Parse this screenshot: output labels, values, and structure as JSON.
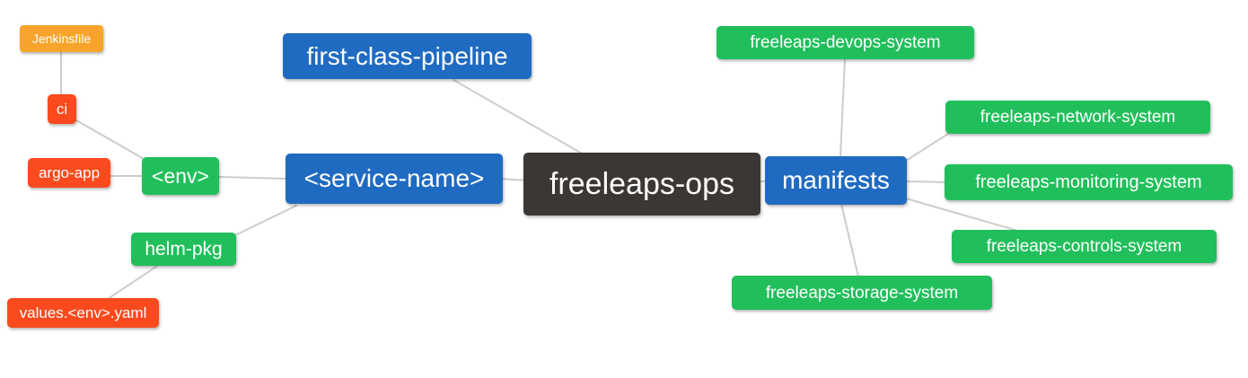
{
  "diagram": {
    "type": "mindmap",
    "root": "freeleaps-ops",
    "palette": {
      "blue": "#1f6bc1",
      "green": "#21bf5b",
      "red": "#fb4a1d",
      "orange": "#f8a42c",
      "dark": "#3b3734",
      "edge": "#cccccc",
      "background": "#ffffff",
      "text": "#ffffff"
    },
    "nodes": {
      "root": {
        "label": "freeleaps-ops",
        "color": "dark"
      },
      "first_class_pipeline": {
        "label": "first-class-pipeline",
        "color": "blue"
      },
      "service_name": {
        "label": "<service-name>",
        "color": "blue"
      },
      "manifests": {
        "label": "manifests",
        "color": "blue"
      },
      "env": {
        "label": "<env>",
        "color": "green"
      },
      "helm_pkg": {
        "label": "helm-pkg",
        "color": "green"
      },
      "ci": {
        "label": "ci",
        "color": "red"
      },
      "argo_app": {
        "label": "argo-app",
        "color": "red"
      },
      "jenkinsfile": {
        "label": "Jenkinsfile",
        "color": "orange"
      },
      "values_env_yaml": {
        "label": "values.<env>.yaml",
        "color": "red"
      },
      "devops_system": {
        "label": "freeleaps-devops-system",
        "color": "green"
      },
      "network_system": {
        "label": "freeleaps-network-system",
        "color": "green"
      },
      "monitoring_system": {
        "label": "freeleaps-monitoring-system",
        "color": "green"
      },
      "controls_system": {
        "label": "freeleaps-controls-system",
        "color": "green"
      },
      "storage_system": {
        "label": "freeleaps-storage-system",
        "color": "green"
      }
    },
    "edges": [
      [
        "jenkinsfile",
        "ci"
      ],
      [
        "ci",
        "env"
      ],
      [
        "argo_app",
        "env"
      ],
      [
        "env",
        "service_name"
      ],
      [
        "helm_pkg",
        "service_name"
      ],
      [
        "values_env_yaml",
        "helm_pkg"
      ],
      [
        "first_class_pipeline",
        "root"
      ],
      [
        "service_name",
        "root"
      ],
      [
        "root",
        "manifests"
      ],
      [
        "manifests",
        "devops_system"
      ],
      [
        "manifests",
        "network_system"
      ],
      [
        "manifests",
        "monitoring_system"
      ],
      [
        "manifests",
        "controls_system"
      ],
      [
        "manifests",
        "storage_system"
      ]
    ]
  }
}
